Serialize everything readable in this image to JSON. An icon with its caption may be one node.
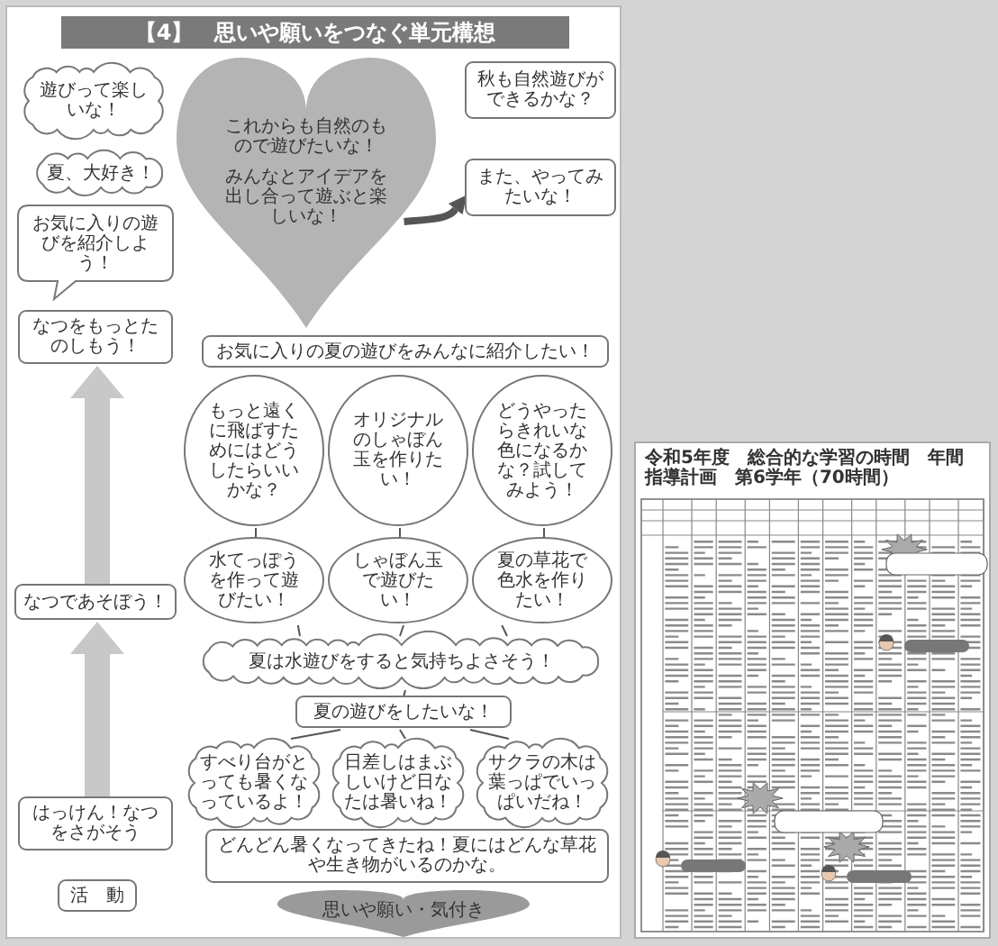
{
  "diagram": {
    "title": "【4】　思いや願いをつなぐ単元構想",
    "nodes": [
      {
        "text": [
          "遊びって楽しいな！"
        ]
      },
      {
        "text": [
          "夏、大好き！"
        ]
      },
      {
        "text": [
          "これからも自然のもので遊びたいな！",
          "みんなとアイデアを出し合って遊ぶと楽しいな！"
        ]
      },
      {
        "text": [
          "秋も自然遊びができるかな？"
        ]
      },
      {
        "text": [
          "また、やってみたいな！"
        ]
      },
      {
        "text": [
          "お気に入りの遊びを紹介しよう！"
        ]
      },
      {
        "text": [
          "なつをもっとたのしもう！"
        ]
      },
      {
        "text": [
          "お気に入りの夏の遊びをみんなに紹介したい！"
        ]
      },
      {
        "text": [
          "もっと遠くに飛ばすためにはどうしたらいいかな？"
        ]
      },
      {
        "text": [
          "オリジナルのしゃぼん玉を作りたい！"
        ]
      },
      {
        "text": [
          "どうやったらきれいな色になるかな？試してみよう！"
        ]
      },
      {
        "text": [
          "水てっぽうを作って遊びたい！"
        ]
      },
      {
        "text": [
          "しゃぼん玉で遊びたい！"
        ]
      },
      {
        "text": [
          "夏の草花で色水を作りたい！"
        ]
      },
      {
        "text": [
          "夏は水遊びをすると気持ちよさそう！"
        ]
      },
      {
        "text": [
          "夏の遊びをしたいな！"
        ]
      },
      {
        "text": [
          "すべり台がとっても暑くなっているよ！"
        ]
      },
      {
        "text": [
          "日差しはまぶしいけど日なたは暑いね！"
        ]
      },
      {
        "text": [
          "サクラの木は葉っぱでいっぱいだね！"
        ]
      },
      {
        "text": [
          "どんどん暑くなってきたね！夏にはどんな草花や生き物がいるのかな。"
        ]
      },
      {
        "text": [
          "思いや願い・気付き"
        ]
      },
      {
        "text": [
          "はっけん！なつをさがそう"
        ]
      },
      {
        "text": [
          "なつであそぼう！"
        ]
      },
      {
        "text": [
          "活　動"
        ]
      }
    ],
    "edges": [
      {
        "from": 2,
        "to": 4,
        "arrow": "to",
        "style": "thick"
      },
      {
        "from": 21,
        "to": 22,
        "arrow": "to",
        "style": "thick",
        "color": "#c8c8c8"
      },
      {
        "from": 22,
        "to": 6,
        "arrow": "to",
        "style": "thick",
        "color": "#c8c8c8"
      },
      {
        "from": 8,
        "to": 11,
        "arrow": "none"
      },
      {
        "from": 9,
        "to": 12,
        "arrow": "none"
      },
      {
        "from": 10,
        "to": 13,
        "arrow": "none"
      },
      {
        "from": 11,
        "to": 14,
        "arrow": "none"
      },
      {
        "from": 12,
        "to": 14,
        "arrow": "none"
      },
      {
        "from": 13,
        "to": 14,
        "arrow": "none"
      },
      {
        "from": 14,
        "to": 15,
        "arrow": "none"
      },
      {
        "from": 15,
        "to": 16,
        "arrow": "none"
      },
      {
        "from": 15,
        "to": 17,
        "arrow": "none"
      },
      {
        "from": 15,
        "to": 18,
        "arrow": "none"
      }
    ],
    "labels": [
      "令和5年度　総合的な学習の時間　年間指導計画　第6学年（70時間）"
    ]
  }
}
